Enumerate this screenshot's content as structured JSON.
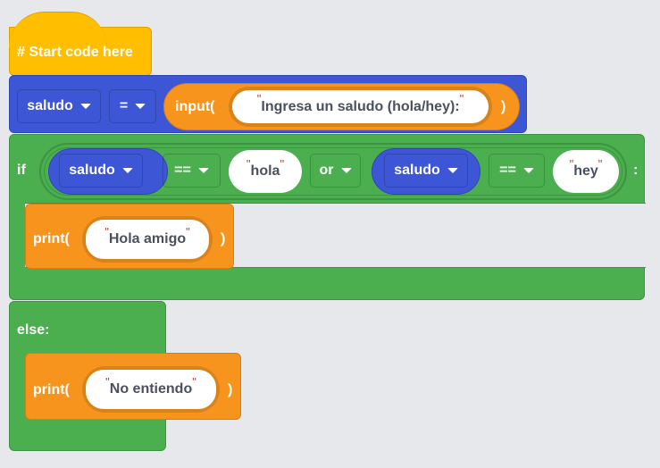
{
  "hat": {
    "label": "# Start code here"
  },
  "assign": {
    "variable": "saludo",
    "operator": "=",
    "func": "input(",
    "prompt": "Ingresa un saludo (hola/hey):",
    "close": ")"
  },
  "if_block": {
    "keyword": "if",
    "cond1": {
      "variable": "saludo",
      "operator": "==",
      "value": "hola"
    },
    "logic": "or",
    "cond2": {
      "variable": "saludo",
      "operator": "==",
      "value": "hey"
    },
    "colon": ":"
  },
  "print1": {
    "func": "print(",
    "text": "Hola amigo",
    "close": ")"
  },
  "else_block": {
    "keyword": "else:"
  },
  "print2": {
    "func": "print(",
    "text": "No entiendo",
    "close": ")"
  },
  "quote": "\""
}
